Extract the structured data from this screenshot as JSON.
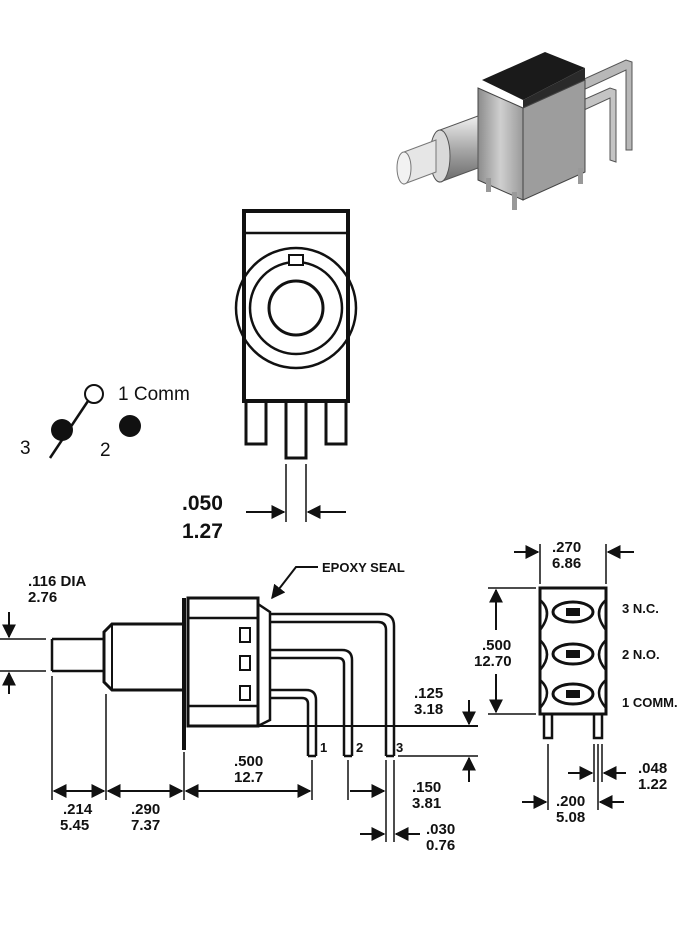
{
  "schematic": {
    "pin_comm": "1 Comm",
    "pin_3": "3",
    "pin_2": "2"
  },
  "front_view": {
    "lead_spacing_in": ".050",
    "lead_spacing_mm": "1.27"
  },
  "side_view": {
    "epoxy_seal": "EPOXY SEAL",
    "plunger_dia_in": ".116 DIA",
    "plunger_dia_mm": "2.76",
    "plunger_len_in": ".214",
    "plunger_len_mm": "5.45",
    "bushing_len_in": ".290",
    "bushing_len_mm": "7.37",
    "lead_len_in": ".500",
    "lead_len_mm": "12.7",
    "standoff_in": ".125",
    "standoff_mm": "3.18",
    "pitch_in": ".150",
    "pitch_mm": "3.81",
    "lead_width_in": ".030",
    "lead_width_mm": "0.76",
    "pin_labels": [
      "1",
      "2",
      "3"
    ]
  },
  "end_view": {
    "width_in": ".270",
    "width_mm": "6.86",
    "height_in": ".500",
    "height_mm": "12.70",
    "pins": [
      "3 N.C.",
      "2 N.O.",
      "1 COMM."
    ],
    "lead_width_in": ".048",
    "lead_width_mm": "1.22",
    "lead_spacing_in": ".200",
    "lead_spacing_mm": "5.08"
  }
}
